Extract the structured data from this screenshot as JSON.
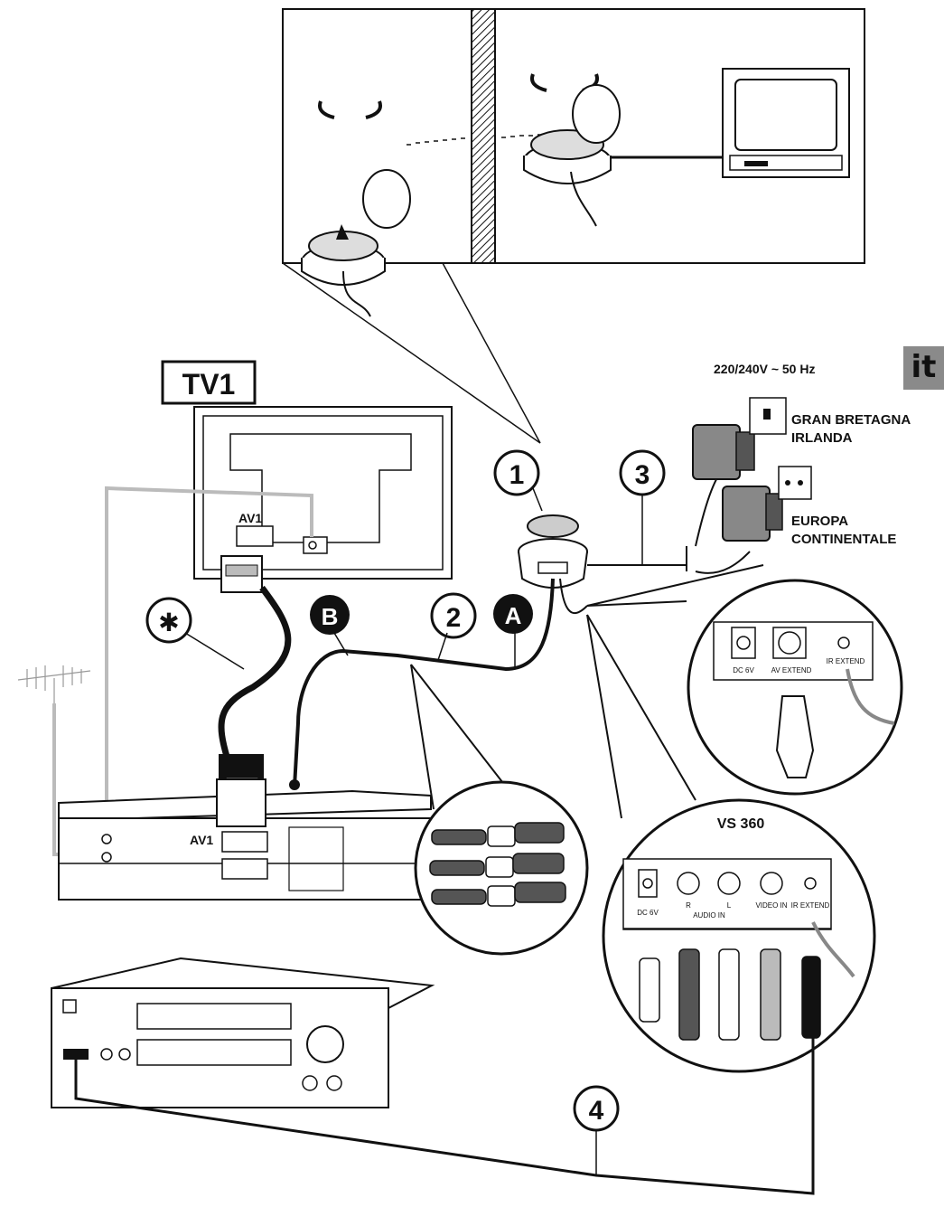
{
  "language_tab": "it",
  "power_spec": "220/240V ~ 50 Hz",
  "regions": {
    "uk": [
      "GRAN BRETAGNA",
      "IRLANDA"
    ],
    "europe": [
      "EUROPA",
      "CONTINENTALE"
    ]
  },
  "tv_label": "TV1",
  "scart_labels": {
    "tv": "AV1",
    "vcr": "AV1"
  },
  "callouts": {
    "one": "1",
    "two": "2",
    "three": "3",
    "four": "4",
    "a": "A",
    "b": "B",
    "star": "✱"
  },
  "panel_top": {
    "dc": "DC 6V",
    "av_extend": "AV EXTEND",
    "ir_extend": "IR EXTEND"
  },
  "panel_bottom": {
    "title": "VS 360",
    "dc": "DC 6V",
    "r": "R",
    "l": "L",
    "audio_in": "AUDIO IN",
    "video_in": "VIDEO IN",
    "ir_extend": "IR EXTEND"
  }
}
